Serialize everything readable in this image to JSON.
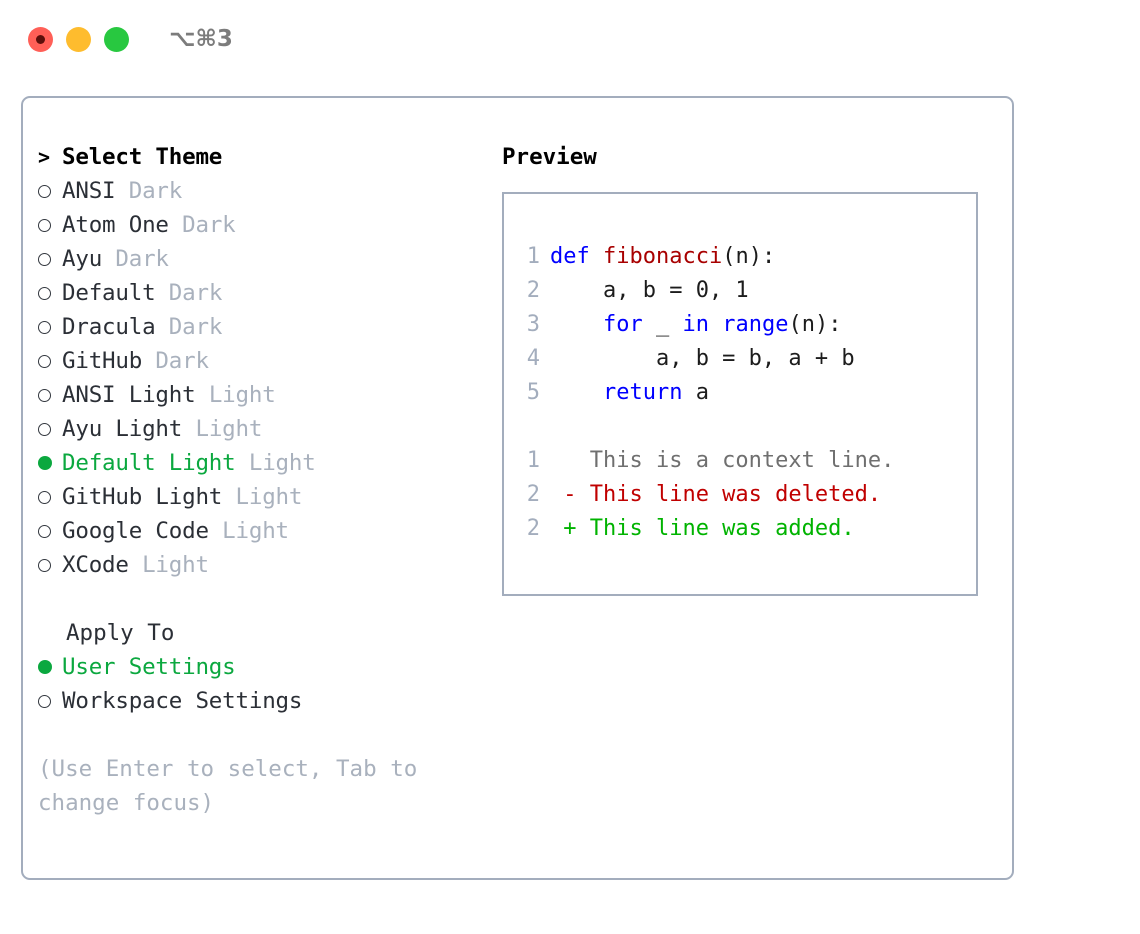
{
  "window": {
    "title": "⌥⌘3",
    "traffic_lights": [
      {
        "name": "close-button",
        "color": "#ff5f57",
        "recording": true
      },
      {
        "name": "minimize-button",
        "color": "#febc2e",
        "recording": false
      },
      {
        "name": "maximize-button",
        "color": "#28c840",
        "recording": false
      }
    ]
  },
  "colors": {
    "accent_green": "#0ba83f",
    "border": "#a3adbd",
    "muted": "#a9b1bd",
    "text": "#2b2f36",
    "keyword": "#0000ff",
    "function": "#a80000",
    "diff_added": "#00b300",
    "diff_deleted": "#c00000",
    "diff_context": "#6f6f6f"
  },
  "theme_picker": {
    "header": {
      "prompt": ">",
      "label": "Select Theme"
    },
    "items": [
      {
        "label": "ANSI",
        "tag": "Dark",
        "selected": false
      },
      {
        "label": "Atom One",
        "tag": "Dark",
        "selected": false
      },
      {
        "label": "Ayu",
        "tag": "Dark",
        "selected": false
      },
      {
        "label": "Default",
        "tag": "Dark",
        "selected": false
      },
      {
        "label": "Dracula",
        "tag": "Dark",
        "selected": false
      },
      {
        "label": "GitHub",
        "tag": "Dark",
        "selected": false
      },
      {
        "label": "ANSI Light",
        "tag": "Light",
        "selected": false
      },
      {
        "label": "Ayu Light",
        "tag": "Light",
        "selected": false
      },
      {
        "label": "Default Light",
        "tag": "Light",
        "selected": true
      },
      {
        "label": "GitHub Light",
        "tag": "Light",
        "selected": false
      },
      {
        "label": "Google Code",
        "tag": "Light",
        "selected": false
      },
      {
        "label": "XCode",
        "tag": "Light",
        "selected": false
      }
    ]
  },
  "apply_to": {
    "header": "Apply To",
    "options": [
      {
        "label": "User Settings",
        "selected": true
      },
      {
        "label": "Workspace Settings",
        "selected": false
      }
    ]
  },
  "hint": "(Use Enter to select, Tab to change focus)",
  "preview": {
    "label": "Preview",
    "code_lines": [
      {
        "num": "1",
        "tokens": [
          {
            "t": "def ",
            "c": "kw"
          },
          {
            "t": "fibonacci",
            "c": "fn"
          },
          {
            "t": "(n):",
            "c": "pln"
          }
        ]
      },
      {
        "num": "2",
        "tokens": [
          {
            "t": "    a, b = 0, 1",
            "c": "pln"
          }
        ]
      },
      {
        "num": "3",
        "tokens": [
          {
            "t": "    ",
            "c": "pln"
          },
          {
            "t": "for",
            "c": "kw"
          },
          {
            "t": " _ ",
            "c": "pln"
          },
          {
            "t": "in",
            "c": "kw"
          },
          {
            "t": " ",
            "c": "pln"
          },
          {
            "t": "range",
            "c": "kw"
          },
          {
            "t": "(n):",
            "c": "pln"
          }
        ]
      },
      {
        "num": "4",
        "tokens": [
          {
            "t": "        a, b = b, a + b",
            "c": "pln"
          }
        ]
      },
      {
        "num": "5",
        "tokens": [
          {
            "t": "    ",
            "c": "pln"
          },
          {
            "t": "return",
            "c": "kw"
          },
          {
            "t": " a",
            "c": "pln"
          }
        ]
      }
    ],
    "diff_lines": [
      {
        "num": "1",
        "sign": " ",
        "text": "This is a context line.",
        "kind": "diff-ctx"
      },
      {
        "num": "2",
        "sign": "-",
        "text": "This line was deleted.",
        "kind": "diff-del"
      },
      {
        "num": "2",
        "sign": "+",
        "text": "This line was added.",
        "kind": "diff-add"
      }
    ]
  }
}
